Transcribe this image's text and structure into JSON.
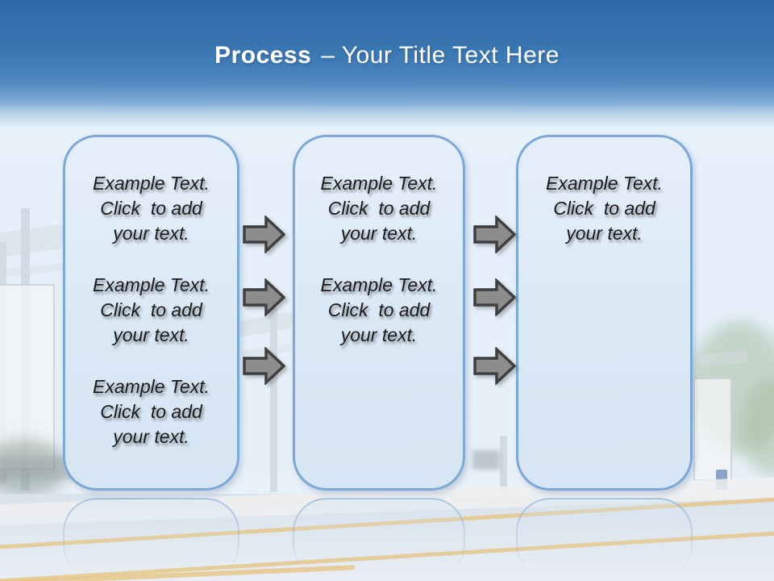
{
  "title": {
    "bold": "Process",
    "rest": "– Your Title Text Here"
  },
  "boxes": [
    {
      "paragraphs": [
        "Example Text.\nClick  to add\nyour text.",
        "Example Text.\nClick  to add\nyour text.",
        "Example Text.\nClick  to add\nyour text."
      ]
    },
    {
      "paragraphs": [
        "Example Text.\nClick  to add\nyour text.",
        "Example Text.\nClick  to add\nyour text."
      ]
    },
    {
      "paragraphs": [
        "Example Text.\nClick  to add\nyour text."
      ]
    }
  ],
  "icons": {
    "arrow": "right-block-arrow"
  },
  "colors": {
    "header_top": "#2d69a7",
    "header_mid": "#4e86c0",
    "box_fill": "#dae8f6",
    "box_border": "#7da8d5",
    "arrow_fill": "#8d8d8d",
    "arrow_outline": "#3f3f3f",
    "title_text": "#ffffff",
    "body_text": "#1b1b1b",
    "lane_line": "#e6c27c"
  }
}
